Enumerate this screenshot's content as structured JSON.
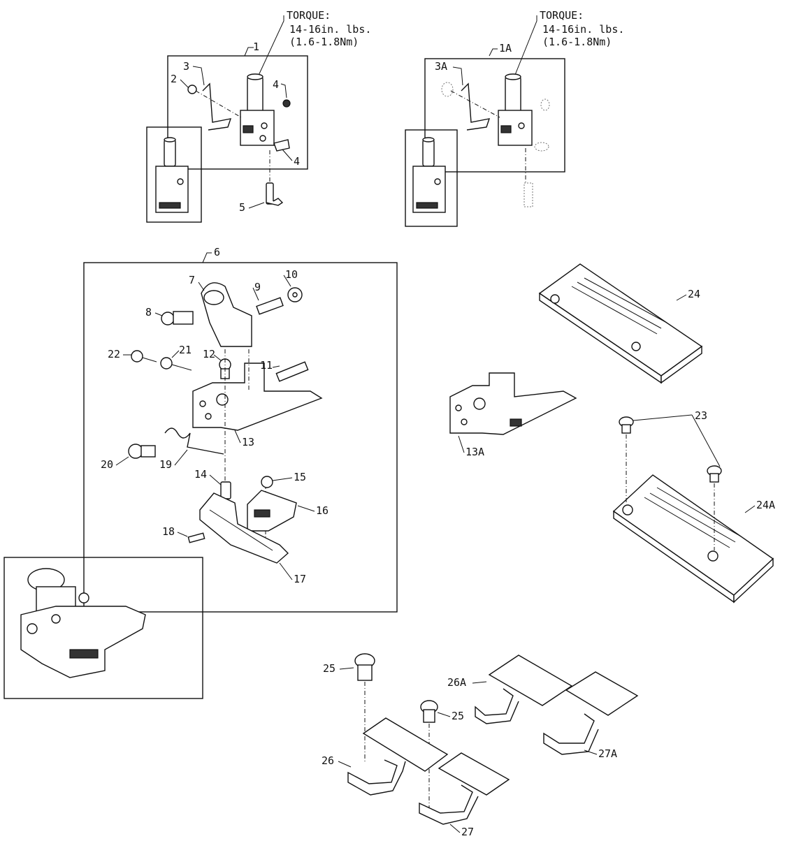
{
  "torque_notes": [
    {
      "line1": "TORQUE:",
      "line2": "14-16in. lbs.",
      "line3": "(1.6-1.8Nm)"
    },
    {
      "line1": "TORQUE:",
      "line2": "14-16in. lbs.",
      "line3": "(1.6-1.8Nm)"
    }
  ],
  "part_labels": [
    {
      "id": "1",
      "text": "1"
    },
    {
      "id": "1A",
      "text": "1A"
    },
    {
      "id": "2",
      "text": "2"
    },
    {
      "id": "3",
      "text": "3"
    },
    {
      "id": "3A",
      "text": "3A"
    },
    {
      "id": "4a",
      "text": "4"
    },
    {
      "id": "4b",
      "text": "4"
    },
    {
      "id": "5",
      "text": "5"
    },
    {
      "id": "6",
      "text": "6"
    },
    {
      "id": "7",
      "text": "7"
    },
    {
      "id": "8",
      "text": "8"
    },
    {
      "id": "9",
      "text": "9"
    },
    {
      "id": "10",
      "text": "10"
    },
    {
      "id": "11",
      "text": "11"
    },
    {
      "id": "12",
      "text": "12"
    },
    {
      "id": "13",
      "text": "13"
    },
    {
      "id": "13A",
      "text": "13A"
    },
    {
      "id": "14",
      "text": "14"
    },
    {
      "id": "15",
      "text": "15"
    },
    {
      "id": "16",
      "text": "16"
    },
    {
      "id": "17",
      "text": "17"
    },
    {
      "id": "18",
      "text": "18"
    },
    {
      "id": "19",
      "text": "19"
    },
    {
      "id": "20",
      "text": "20"
    },
    {
      "id": "21",
      "text": "21"
    },
    {
      "id": "22",
      "text": "22"
    },
    {
      "id": "23",
      "text": "23"
    },
    {
      "id": "24",
      "text": "24"
    },
    {
      "id": "24A",
      "text": "24A"
    },
    {
      "id": "25a",
      "text": "25"
    },
    {
      "id": "25b",
      "text": "25"
    },
    {
      "id": "26",
      "text": "26"
    },
    {
      "id": "26A",
      "text": "26A"
    },
    {
      "id": "27",
      "text": "27"
    },
    {
      "id": "27A",
      "text": "27A"
    }
  ]
}
